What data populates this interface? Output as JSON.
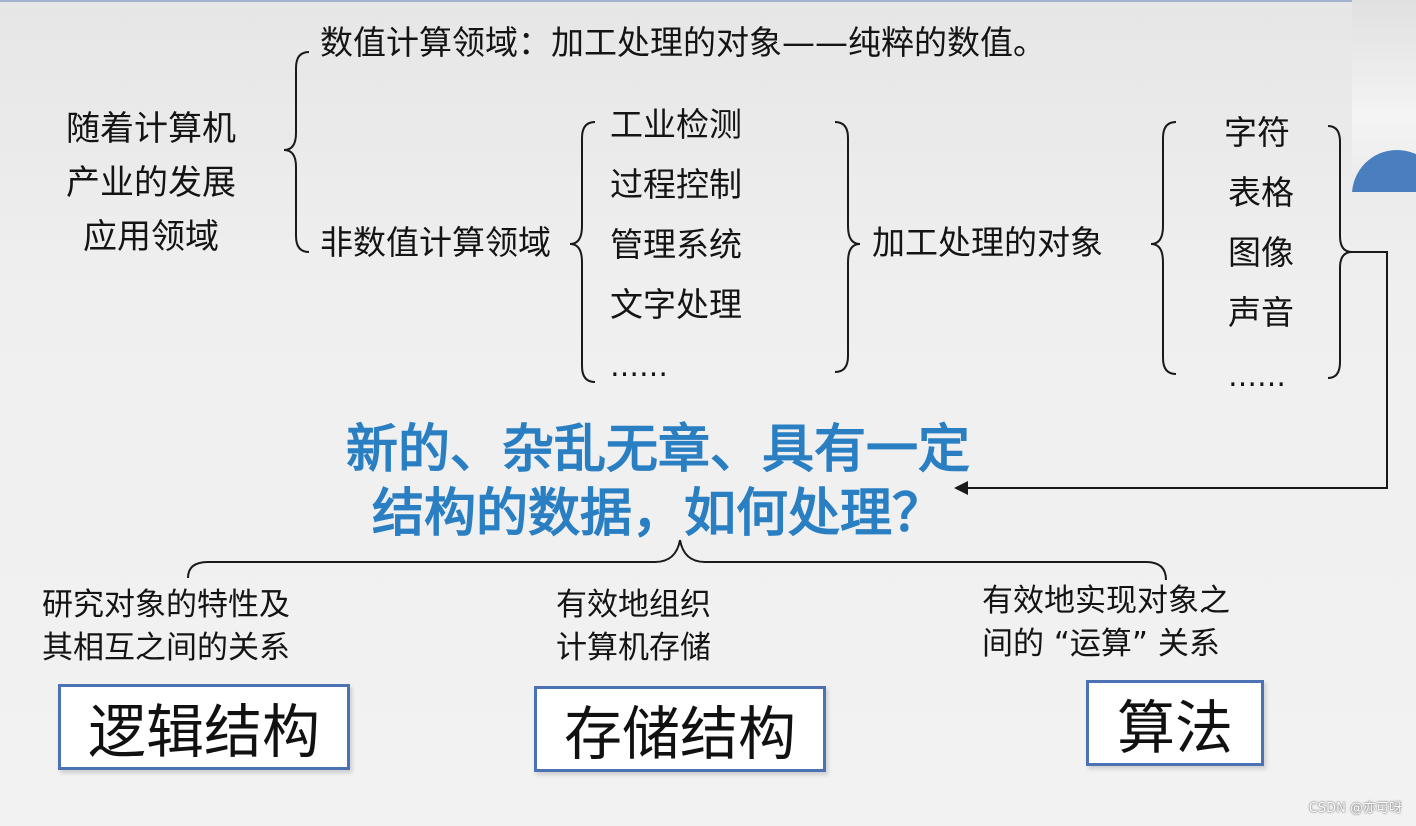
{
  "root_label": "随着计算机\n产业的发展\n应用领域",
  "branch_numeric": "数值计算领域：加工处理的对象——纯粹的数值。",
  "branch_non_numeric": "非数值计算领域",
  "applications": [
    "工业检测",
    "过程控制",
    "管理系统",
    "文字处理",
    "……"
  ],
  "processing_objects_label": "加工处理的对象",
  "object_types": [
    "字符",
    "表格",
    "图像",
    "声音",
    "……"
  ],
  "question": "新的、杂乱无章、具有一定\n结构的数据，如何处理？",
  "aspects": [
    {
      "description": "研究对象的特性及\n其相互之间的关系",
      "concept": "逻辑结构"
    },
    {
      "description": "有效地组织\n计算机存储",
      "concept": "存储结构"
    },
    {
      "description": "有效地实现对象之\n间的  “运算”  关系",
      "concept": "算法"
    }
  ],
  "watermark": "CSDN @亦可呀",
  "colors": {
    "question": "#2a7fc3",
    "box_border": "#4a72b4",
    "line": "#1a1a1a"
  }
}
